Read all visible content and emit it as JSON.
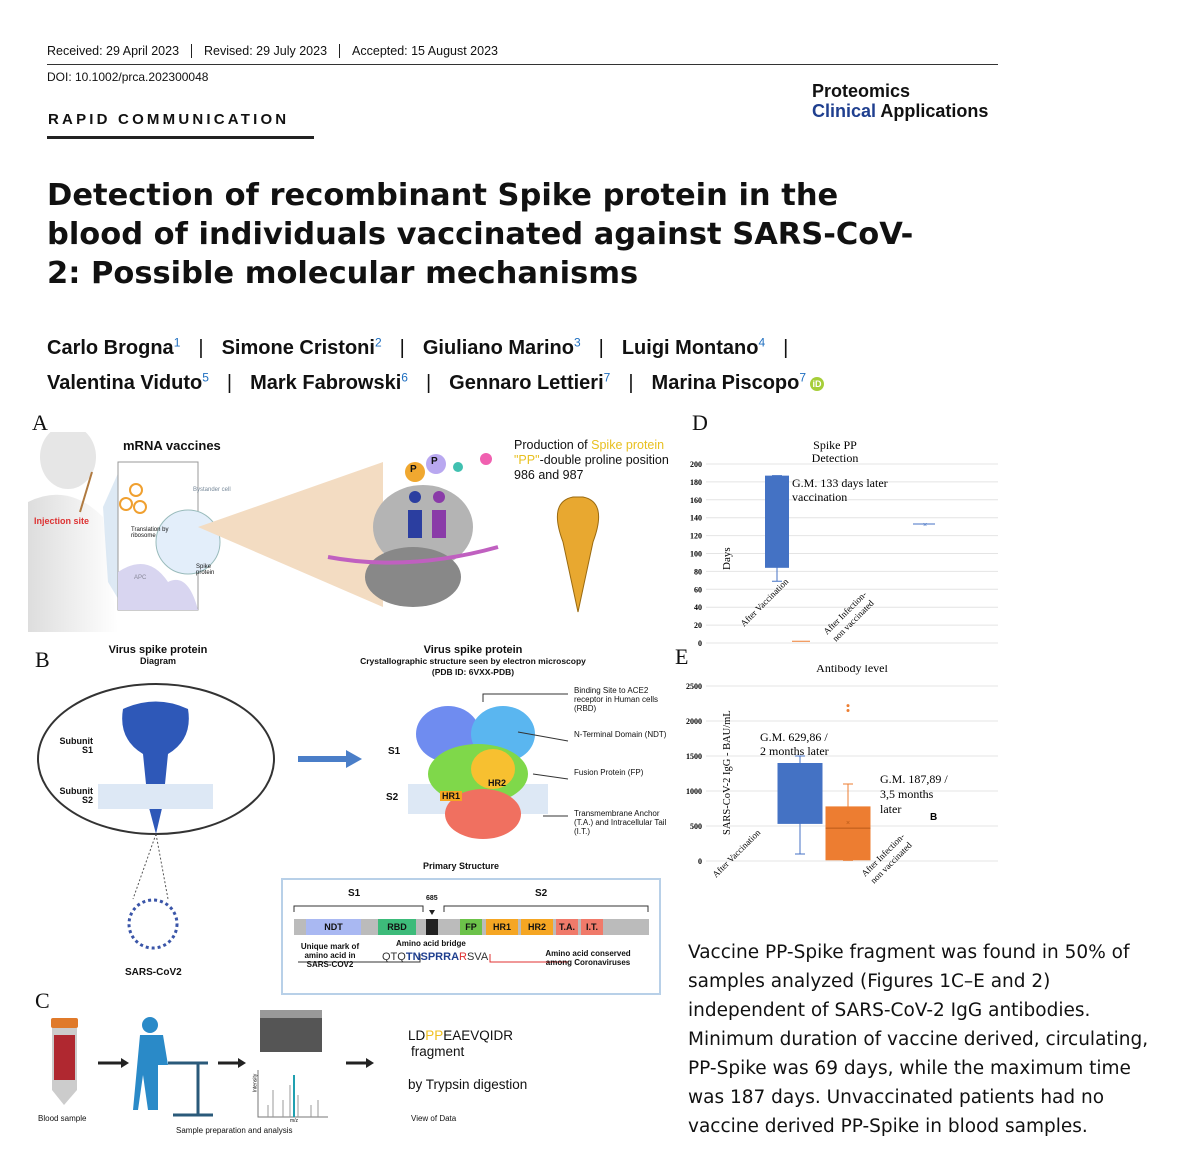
{
  "header": {
    "received": "Received: 29 April 2023",
    "revised": "Revised: 29 July 2023",
    "accepted": "Accepted: 15 August 2023",
    "doi": "DOI: 10.1002/prca.202300048",
    "section": "RAPID COMMUNICATION"
  },
  "journal": {
    "line1": "Proteomics",
    "line2a": "Clinical",
    "line2b": "Applications"
  },
  "title": "Detection of recombinant Spike protein in the blood of individuals vaccinated against SARS-CoV-2: Possible molecular mechanisms",
  "authors": [
    {
      "name": "Carlo Brogna",
      "aff": "1"
    },
    {
      "name": "Simone Cristoni",
      "aff": "2"
    },
    {
      "name": "Giuliano Marino",
      "aff": "3"
    },
    {
      "name": "Luigi Montano",
      "aff": "4"
    },
    {
      "name": "Valentina Viduto",
      "aff": "5"
    },
    {
      "name": "Mark Fabrowski",
      "aff": "6"
    },
    {
      "name": "Gennaro Lettieri",
      "aff": "7"
    },
    {
      "name": "Marina Piscopo",
      "aff": "7"
    }
  ],
  "orcid": "iD",
  "figA": {
    "label": "A",
    "injection": "Injection site",
    "mrna": "mRNA vaccines",
    "bystander": "Bystander cell",
    "translation": "Translation by ribosome",
    "spike": "Spike protein",
    "apc": "APC",
    "p": "P",
    "prod1": "Production of ",
    "prod2": "Spike protein \"PP\"",
    "prod3": "-double proline position 986 and 987"
  },
  "figB": {
    "label": "B",
    "left_title": "Virus spike protein",
    "left_sub": "Diagram",
    "s1": "Subunit S1",
    "s2": "Subunit S2",
    "virus": "SARS-CoV2",
    "right_title": "Virus spike protein",
    "right_sub": "Crystallographic structure seen by electron microscopy",
    "pdb": "(PDB ID: 6VXX-PDB)",
    "S1": "S1",
    "S2": "S2",
    "hr1": "HR1",
    "hr2": "HR2",
    "ann1": "Binding Site to ACE2 receptor in Human cells (RBD)",
    "ann2": "N-Terminal Domain (NDT)",
    "ann3": "Fusion Protein (FP)",
    "ann4": "Transmembrane Anchor (T.A.) and Intracellular Tail (I.T.)",
    "primary": "Primary Structure",
    "pos": "685",
    "domains": [
      {
        "t": "NDT",
        "c": "#a9b8f2"
      },
      {
        "t": "RBD",
        "c": "#3dbb7a"
      },
      {
        "t": "FP",
        "c": "#6cc24a"
      },
      {
        "t": "HR1",
        "c": "#f5a623"
      },
      {
        "t": "HR2",
        "c": "#f5a623"
      },
      {
        "t": "T.A.",
        "c": "#f07a6a"
      },
      {
        "t": "I.T.",
        "c": "#f07a6a"
      }
    ],
    "unique": "Unique mark of amino acid in SARS-COV2",
    "bridge": "Amino acid bridge",
    "seq1": "QTQ",
    "seq2": "TNSPRRA",
    "seq3": "R",
    "seq4": "SVA",
    "conserved": "Amino acid conserved among Coronaviruses"
  },
  "figC": {
    "label": "C",
    "blood": "Blood sample",
    "prep": "Sample preparation and analysis",
    "view": "View of Data",
    "intensity": "Intensity",
    "mz": "m/z",
    "frag1": "LD",
    "frag2": "PP",
    "frag3": "EAEVQIDR",
    "frag4": "fragment",
    "trypsin": "by Trypsin digestion"
  },
  "chart_data": [
    {
      "panel": "D",
      "type": "box",
      "title": "Spike PP Detection",
      "ylabel": "Days",
      "ylim": [
        0,
        200
      ],
      "yticks": [
        0,
        20,
        40,
        60,
        80,
        100,
        120,
        140,
        160,
        180,
        200
      ],
      "grid": true,
      "categories": [
        "After Vaccination",
        "After Infection-non vaccinated"
      ],
      "series": [
        {
          "name": "After Vaccination",
          "color": "#4472c4",
          "q1": 84,
          "q3": 187,
          "min": 69,
          "max": 187,
          "mean": 133
        },
        {
          "name": "After Infection-non vaccinated",
          "color": "#ed7d31",
          "q1": 2,
          "q3": 2,
          "min": 2,
          "max": 2,
          "mean": 2
        }
      ],
      "annotation": "G.M. 133 days later vaccination"
    },
    {
      "panel": "E",
      "type": "box",
      "title": "Antibody level",
      "ylabel": "SARS-CoV-2 IgG - BAU/mL",
      "ylim": [
        0,
        2500
      ],
      "yticks": [
        0,
        500,
        1000,
        1500,
        2000,
        2500
      ],
      "grid": true,
      "categories": [
        "After Vaccination",
        "After Infection-non vaccinated"
      ],
      "series": [
        {
          "name": "After Vaccination",
          "color": "#4472c4",
          "q1": 530,
          "q3": 1400,
          "min": 100,
          "max": 1500
        },
        {
          "name": "After Infection-non vaccinated",
          "color": "#ed7d31",
          "q1": 10,
          "q3": 780,
          "min": 10,
          "max": 1100,
          "mean": 560,
          "median": 470,
          "outliers": [
            2150,
            2220
          ]
        }
      ],
      "annotation1": "G.M. 629,86 / 2 months later",
      "annotation2": "G.M. 187,89 / 3,5 months later",
      "mark": "B"
    }
  ],
  "body_text": "Vaccine PP-Spike fragment was found in 50% of samples analyzed (Figures 1C–E and 2) independent of SARS-CoV-2 IgG antibodies.  Minimum duration of vaccine derived, circulating, PP-Spike was 69 days, while the maximum time was 187 days. Unvaccinated patients had no vaccine derived PP-Spike in blood samples."
}
